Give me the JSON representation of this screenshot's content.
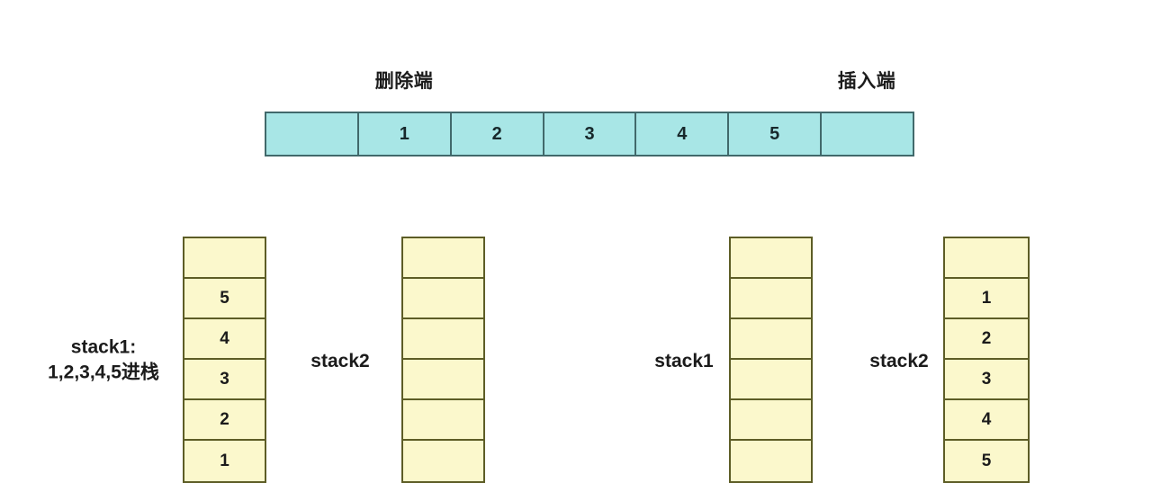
{
  "queue": {
    "delete_end_label": "删除端",
    "insert_end_label": "插入端",
    "cells": [
      "",
      "1",
      "2",
      "3",
      "4",
      "5",
      ""
    ],
    "fill_color": "#a8e6e6",
    "border_color": "#41696b"
  },
  "stacks": {
    "fill_color": "#fbf8cc",
    "border_color": "#5d5d26",
    "columns": [
      {
        "caption_line1": "stack1:",
        "caption_line2": "1,2,3,4,5进栈",
        "cells": [
          "",
          "5",
          "4",
          "3",
          "2",
          "1"
        ]
      },
      {
        "caption_line1": "stack2",
        "caption_line2": "",
        "cells": [
          "",
          "",
          "",
          "",
          "",
          ""
        ]
      },
      {
        "caption_line1": "stack1",
        "caption_line2": "",
        "cells": [
          "",
          "",
          "",
          "",
          "",
          ""
        ]
      },
      {
        "caption_line1": "stack2",
        "caption_line2": "",
        "cells": [
          "",
          "1",
          "2",
          "3",
          "4",
          "5"
        ]
      }
    ]
  }
}
